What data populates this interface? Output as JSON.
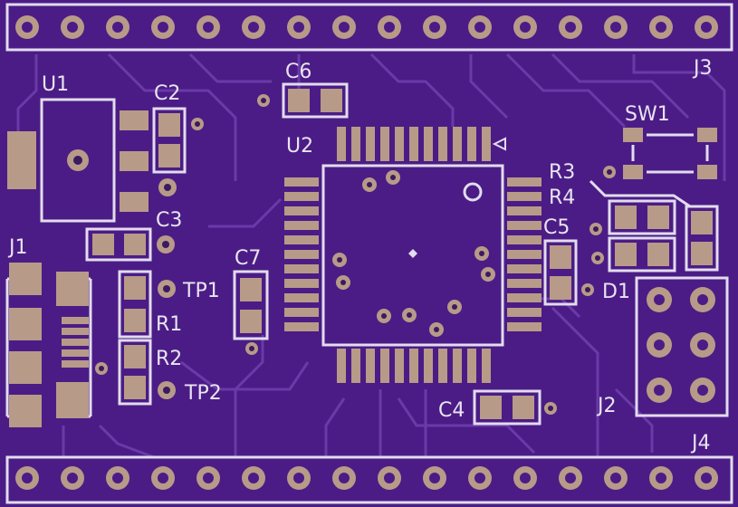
{
  "board": {
    "colors": {
      "board": "#4b1c86",
      "pad": "#b89a88",
      "silk": "#e2dcee",
      "trace": "#6a3aa8"
    },
    "labels": {
      "u1": "U1",
      "c2": "C2",
      "c3": "C3",
      "c6": "C6",
      "u2": "U2",
      "sw1": "SW1",
      "r3": "R3",
      "r4": "R4",
      "c5": "C5",
      "d1": "D1",
      "j1": "J1",
      "c7": "C7",
      "tp1": "TP1",
      "r1": "R1",
      "r2": "R2",
      "tp2": "TP2",
      "c4": "C4",
      "j2": "J2",
      "j3": "J3",
      "j4": "J4"
    },
    "header_pin_count": 16
  }
}
